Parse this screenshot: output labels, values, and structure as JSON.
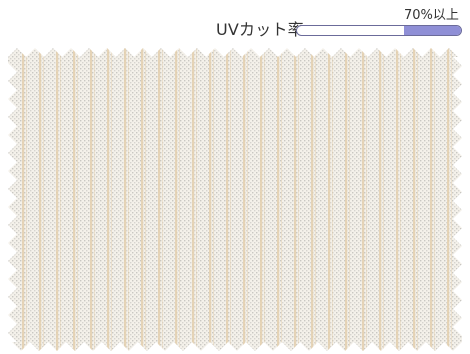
{
  "uv_rating": {
    "label": "UVカット率",
    "value_text": "70%以上",
    "level_fraction": 0.35,
    "fill_color": "#8f8fd6",
    "border_color": "#6b6b9a"
  },
  "fabric": {
    "base_color": "#f4f1ea",
    "stripe_color": "#e3cfae",
    "dot_color": "#c9c7c2"
  }
}
